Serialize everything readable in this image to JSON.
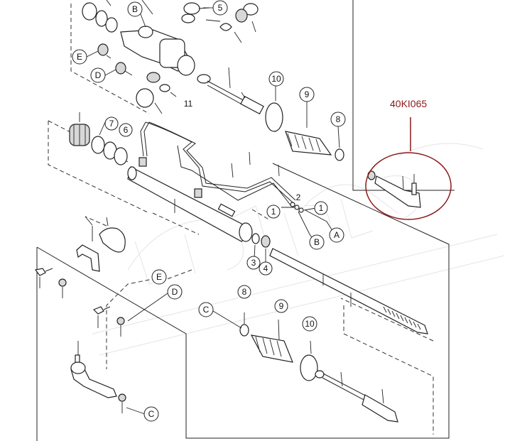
{
  "diagram": {
    "reference_number": "40KI065",
    "callouts": {
      "c5": "5",
      "c11": "11",
      "c10_top": "10",
      "c9_top": "9",
      "c8_top": "8",
      "c7": "7",
      "c6": "6",
      "c1_left": "1",
      "c1_right": "1",
      "c2": "2",
      "c3": "3",
      "c4": "4",
      "cA": "A",
      "cB_top": "B",
      "cB_mid": "B",
      "cE_top": "E",
      "cD_top": "D",
      "cE_mid": "E",
      "cD_mid": "D",
      "cC_mid": "C",
      "c8_bot": "8",
      "c9_bot": "9",
      "c10_bot": "10",
      "cC_bot": "C"
    }
  }
}
